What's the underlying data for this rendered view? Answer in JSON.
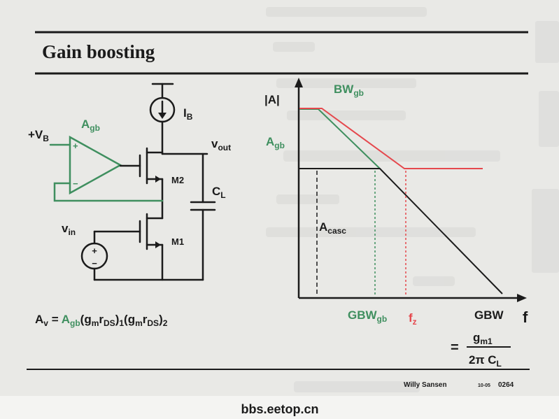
{
  "slide": {
    "title": "Gain boosting",
    "author": "Willy Sansen",
    "code_small": "10-05",
    "code": "0264"
  },
  "watermark": "bbs.eetop.cn",
  "circuit": {
    "vb": {
      "main": "+V",
      "sub": "B"
    },
    "opamp": {
      "main": "A",
      "sub": "gb",
      "plus": "+",
      "minus": "−"
    },
    "ib": {
      "main": "I",
      "sub": "B"
    },
    "vout": {
      "main": "v",
      "sub": "out"
    },
    "cl": {
      "main": "C",
      "sub": "L"
    },
    "m2": "M2",
    "m1": "M1",
    "vin": {
      "main": "v",
      "sub": "in"
    },
    "source": {
      "plus": "+",
      "minus": "−"
    }
  },
  "formula": {
    "parts": [
      {
        "t": "A"
      },
      {
        "t": "v"
      },
      {
        "t": " = "
      },
      {
        "t": "A"
      },
      {
        "t": "gb"
      },
      {
        "t": "(g"
      },
      {
        "t": "m"
      },
      {
        "t": "r"
      },
      {
        "t": "DS"
      },
      {
        "t": ")"
      },
      {
        "t": "1"
      },
      {
        "t": "(g"
      },
      {
        "t": "m"
      },
      {
        "t": "r"
      },
      {
        "t": "DS"
      },
      {
        "t": ")"
      },
      {
        "t": "2"
      }
    ]
  },
  "plot": {
    "ylabel": "|A|",
    "xlabel": "f",
    "bw_gb": {
      "main": "BW",
      "sub": "gb"
    },
    "a_gb": {
      "main": "A",
      "sub": "gb"
    },
    "a_casc": {
      "main": "A",
      "sub": "casc"
    },
    "gbw_gb": {
      "main": "GBW",
      "sub": "gb"
    },
    "fz": {
      "main": "f",
      "sub": "z"
    },
    "gbw": "GBW",
    "gbw_eq": "=",
    "gbw_num": {
      "main": "g",
      "sub": "m1"
    },
    "gbw_den": {
      "main": "2π C",
      "sub": "L"
    }
  },
  "colors": {
    "green": "#3f8f5f",
    "red": "#e5484d",
    "ink": "#1b1b1b",
    "paper": "#e9e9e6"
  }
}
